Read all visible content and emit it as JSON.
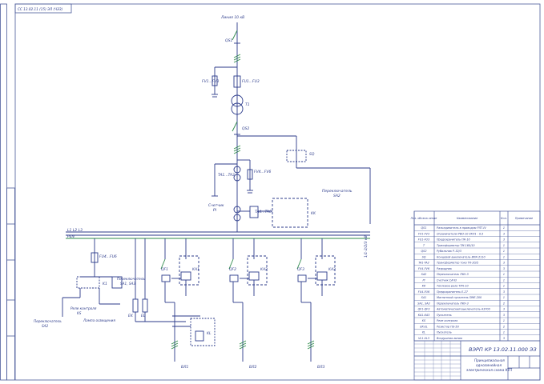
{
  "corner_stamp": "СС 13.02.11 (15) ЭЛ (ЧЭЗ)",
  "title_block": {
    "doc_code": "ВЭРП КР 13.02.11.000 ЭЗ",
    "title_line1": "Принципиальная",
    "title_line2": "однолинейная",
    "title_line3": "электрическая схема КТП"
  },
  "labels": {
    "line_top": "Линия 10 кВ",
    "qs1": "QS1",
    "fv1": "FV1...FV3",
    "fu1": "FU1...FU3",
    "transformer": "T1",
    "qs2": "QS2",
    "ta1": "TA1...TA3",
    "fv4": "FV4...FV6",
    "meter": "Счетчик",
    "meter_code": "PI",
    "sq": "SQ",
    "switch_sa2": "Переключатель",
    "switch_sa2_code": "SA2",
    "ta4": "TA4...TA6",
    "kk": "KK",
    "bus": "L1 L2 L3",
    "pen": "PEN",
    "fu4": "FU4...FU6",
    "k1": "K1",
    "switch_sa1": "Переключатель",
    "switch_sa1_code": "SA1, SA3",
    "relay_ks": "Реле контроля",
    "relay_ks_code": "KS",
    "switch_lamp": "Лампа освещения",
    "switch_sa2b": "Переключатель",
    "switch_sa2b_code": "SA2",
    "side_label": "1/1-2/2/3 кВ",
    "qf1": "QF1",
    "ka1": "KA1",
    "qf2": "QF2",
    "ka2": "KA2",
    "qf3": "QF3",
    "ka3": "KA3",
    "ek": "EK",
    "el": "EL",
    "kl": "KL",
    "vl1": "ВЛ1",
    "vl2": "ВЛ2",
    "vl3": "ВЛ3"
  },
  "spec_table": {
    "headers": [
      "Поз. обозна-чение",
      "Наименование",
      "Кол.",
      "Примечание"
    ],
    "rows": [
      [
        "QS1",
        "Разъединитель в приводом РЛТ-IV",
        "1",
        ""
      ],
      [
        "FV1-FV3",
        "Ограничители РВО-10 УХЛ1 - 0,5",
        "3",
        ""
      ],
      [
        "FU1-FU3",
        "Предохранитель ПК-10",
        "3",
        ""
      ],
      [
        "T",
        "Трансформатор ТМ-160/10",
        "1",
        ""
      ],
      [
        "QS2",
        "Рубильник Р-32/3",
        "1",
        ""
      ],
      [
        "SQ",
        "Концевой выключатель ВПК-2110",
        "1",
        ""
      ],
      [
        "TA1-TA3",
        "Трансформатор тока ТК-20/5",
        "3",
        ""
      ],
      [
        "FV4-FV6",
        "Разрядник",
        "3",
        ""
      ],
      [
        "SA2",
        "Переключатель ПКУ-3",
        "1",
        ""
      ],
      [
        "PI",
        "Счетчик САЧ3",
        "1",
        ""
      ],
      [
        "KK",
        "Тепловое реле ТРН-10",
        "1",
        ""
      ],
      [
        "FU4-FU6",
        "Предохранитель Е-27",
        "3",
        ""
      ],
      [
        "SA1",
        "Магнитный пускатель ПМЕ-200",
        "1",
        ""
      ],
      [
        "SA1, SA3",
        "Переключатель ПКУ-3",
        "2",
        ""
      ],
      [
        "QF1-QF3",
        "Автоматический выключатель А3700",
        "3",
        ""
      ],
      [
        "KA1-KA3",
        "Пускатель",
        "3",
        ""
      ],
      [
        "KS",
        "Реле контроля",
        "1",
        ""
      ],
      [
        "EK-EL",
        "Резистор ПЭ-50",
        "2",
        ""
      ],
      [
        "KL",
        "Пускатель",
        "1",
        ""
      ],
      [
        "VL1-VL3",
        "Воздушная линия",
        "3",
        ""
      ]
    ]
  },
  "colors": {
    "ink": "#2b3a8a",
    "green": "#2e8b4a",
    "frame": "#4a5a9a"
  }
}
